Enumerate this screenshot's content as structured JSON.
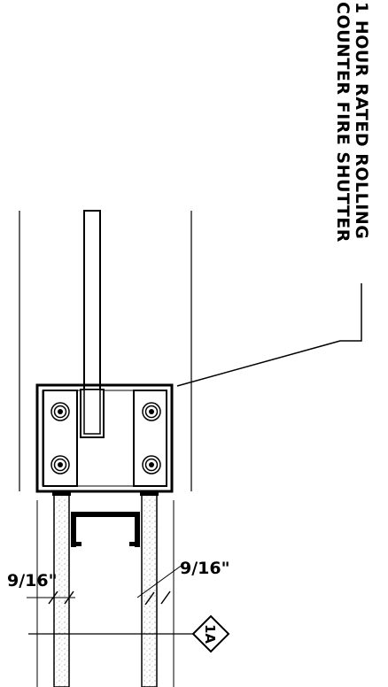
{
  "callout": {
    "line1": "1 HOUR RATED ROLLING",
    "line2": "COUNTER FIRE SHUTTER"
  },
  "dimensions": {
    "left": "9/16\"",
    "right": "9/16\""
  },
  "section_tag": {
    "label": "1A"
  },
  "colors": {
    "line": "#000000",
    "hatch": "#c8c8c8",
    "background": "#ffffff"
  }
}
